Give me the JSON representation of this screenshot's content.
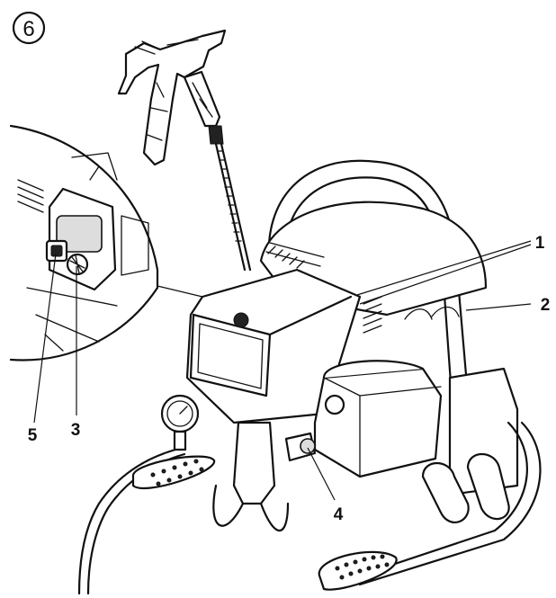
{
  "figure": {
    "number": "6"
  },
  "callouts": [
    {
      "id": "1",
      "label": "1"
    },
    {
      "id": "2",
      "label": "2"
    },
    {
      "id": "3",
      "label": "3"
    },
    {
      "id": "4",
      "label": "4"
    },
    {
      "id": "5",
      "label": "5"
    }
  ]
}
